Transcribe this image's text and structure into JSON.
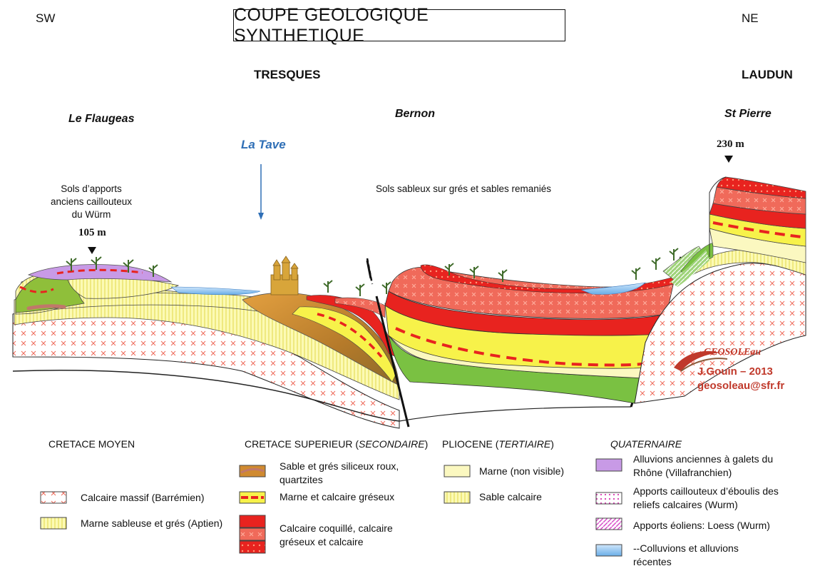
{
  "header": {
    "title": "COUPE GEOLOGIQUE SYNTHETIQUE",
    "dir_left": "SW",
    "dir_right": "NE"
  },
  "places": {
    "tresques": "TRESQUES",
    "laudun": "LAUDUN",
    "le_flaugeas": "Le Flaugeas",
    "bernon": "Bernon",
    "st_pierre": "St Pierre",
    "la_tave": "La Tave"
  },
  "annotations": {
    "sols_apports": "Sols d’apports anciens caillouteux du Würm",
    "sols_sableux": "Sols sableux sur grés et sables remaniés",
    "alt_105": "105 m",
    "alt_230": "230 m"
  },
  "credit": {
    "logo_text": "GEOSOLEau",
    "author": "J.Gouin – 2013",
    "email": "geosoleau@sfr.fr"
  },
  "legend": {
    "cretace_moyen": {
      "heading": "CRETACE MOYEN",
      "items": [
        {
          "label": "Calcaire massif (Barrémien)"
        },
        {
          "label": "Marne sableuse et grés (Aptien)"
        }
      ]
    },
    "cretace_superieur": {
      "heading": "CRETACE SUPERIEUR",
      "heading_italic": "SECONDAIRE",
      "items": [
        {
          "label": "Sable et grés siliceux roux, quartzites"
        },
        {
          "label": "Marne et calcaire gréseux"
        },
        {
          "label": "Calcaire coquillé, calcaire gréseux et calcaire"
        }
      ]
    },
    "pliocene": {
      "heading": "PLIOCENE",
      "heading_italic": "TERTIAIRE",
      "items": [
        {
          "label": "Marne (non visible)"
        },
        {
          "label": "Sable calcaire"
        }
      ]
    },
    "quaternaire": {
      "heading": "QUATERNAIRE",
      "items": [
        {
          "label": "Alluvions anciennes à galets du Rhône (Villafranchien)"
        },
        {
          "label": "Apports caillouteux d’éboulis des reliefs calcaires (Wurm)"
        },
        {
          "label": "Apports éoliens: Loess (Wurm)"
        },
        {
          "label": "--Colluvions et alluvions récentes"
        }
      ]
    }
  },
  "colors": {
    "red": "#e8231f",
    "salmon": "#f08a78",
    "yellow": "#f7f24a",
    "pale_yellow": "#fbf8c0",
    "green": "#7ac142",
    "brown": "#a8742a",
    "orange_brown": "#d08a30",
    "violet": "#c89ae6",
    "blue": "#8fc6f0"
  }
}
